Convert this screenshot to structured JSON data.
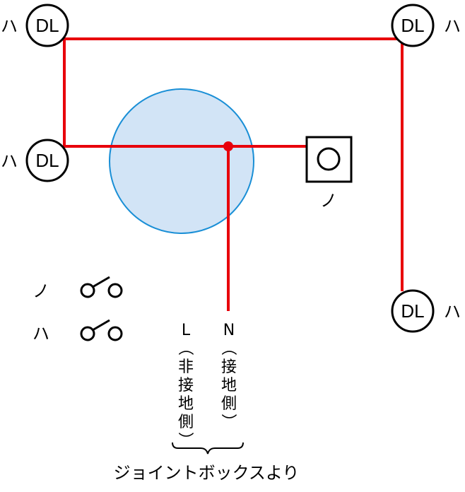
{
  "fixtures": {
    "dl_label": "DL",
    "top_left_switch": "ハ",
    "top_right_switch": "ハ",
    "mid_left_switch": "ハ",
    "bottom_right_switch": "ハ"
  },
  "outlet": {
    "label": "ノ"
  },
  "switches": [
    {
      "label": "ノ"
    },
    {
      "label": "ハ"
    }
  ],
  "supply": {
    "l_letter": "L",
    "l_desc": [
      "（",
      "非",
      "接",
      "地",
      "側",
      "）"
    ],
    "n_letter": "N",
    "n_desc": [
      "（",
      "接",
      "地",
      "側",
      "）"
    ],
    "caption": "ジョイントボックスより"
  },
  "colors": {
    "wire": "#e8000b",
    "junction_fill": "#d2e4f6",
    "junction_stroke": "#1a8fd6",
    "symbol": "#000000"
  }
}
